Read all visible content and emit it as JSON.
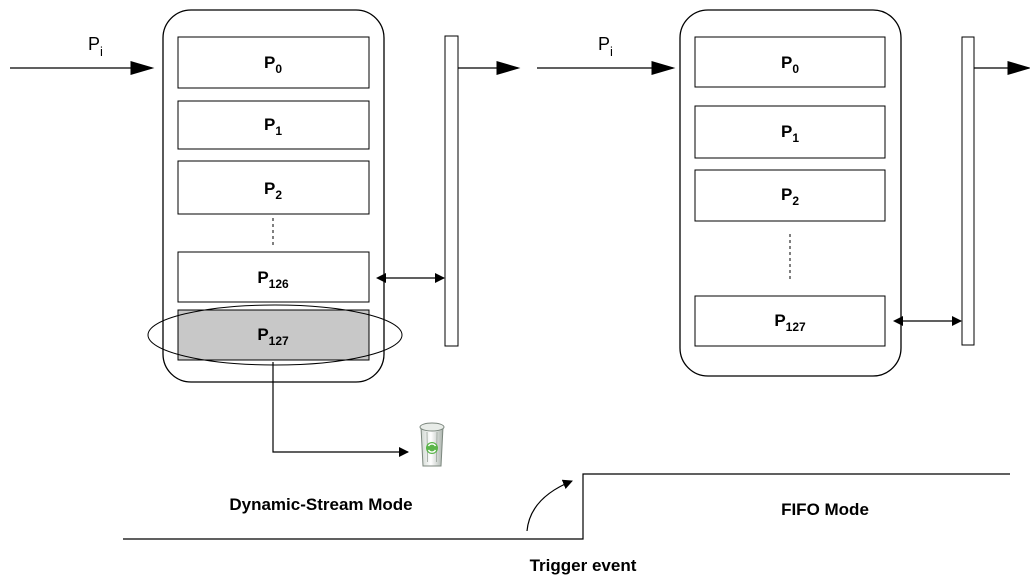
{
  "input_label": {
    "base": "P",
    "sub": "i"
  },
  "left_queue": {
    "slots": [
      {
        "base": "P",
        "sub": "0"
      },
      {
        "base": "P",
        "sub": "1"
      },
      {
        "base": "P",
        "sub": "2"
      },
      {
        "base": "P",
        "sub": "126"
      },
      {
        "base": "P",
        "sub": "127",
        "highlighted": true
      }
    ],
    "mode_label": "Dynamic-Stream Mode"
  },
  "right_queue": {
    "slots": [
      {
        "base": "P",
        "sub": "0"
      },
      {
        "base": "P",
        "sub": "1"
      },
      {
        "base": "P",
        "sub": "2"
      },
      {
        "base": "P",
        "sub": "127"
      }
    ],
    "mode_label": "FIFO Mode"
  },
  "trigger_label": "Trigger event",
  "icons": {
    "discard": "trash-bin-icon"
  },
  "colors": {
    "line": "#000000",
    "highlight_fill": "#c8c8c8",
    "bin_green": "#5bb54a"
  }
}
